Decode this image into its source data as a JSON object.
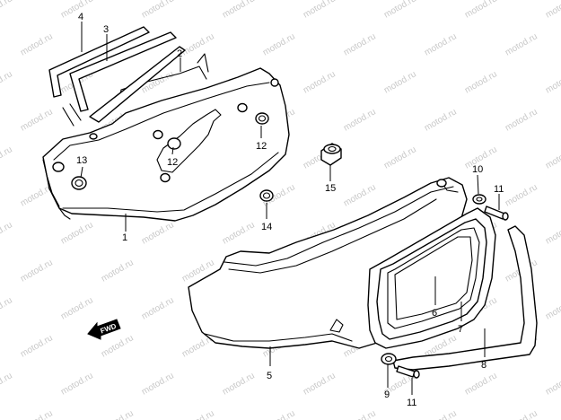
{
  "watermark": "motod.ru",
  "direction_arrow": {
    "label": "FWD"
  },
  "callouts": [
    {
      "id": "c1",
      "label": "1"
    },
    {
      "id": "c2",
      "label": "2"
    },
    {
      "id": "c3",
      "label": "3"
    },
    {
      "id": "c4",
      "label": "4"
    },
    {
      "id": "c5",
      "label": "5"
    },
    {
      "id": "c6",
      "label": "6"
    },
    {
      "id": "c7",
      "label": "7"
    },
    {
      "id": "c8",
      "label": "8"
    },
    {
      "id": "c9",
      "label": "9"
    },
    {
      "id": "c10",
      "label": "10"
    },
    {
      "id": "c11a",
      "label": "11"
    },
    {
      "id": "c11b",
      "label": "11"
    },
    {
      "id": "c12a",
      "label": "12"
    },
    {
      "id": "c12b",
      "label": "12"
    },
    {
      "id": "c13",
      "label": "13"
    },
    {
      "id": "c14",
      "label": "14"
    },
    {
      "id": "c15",
      "label": "15"
    }
  ]
}
